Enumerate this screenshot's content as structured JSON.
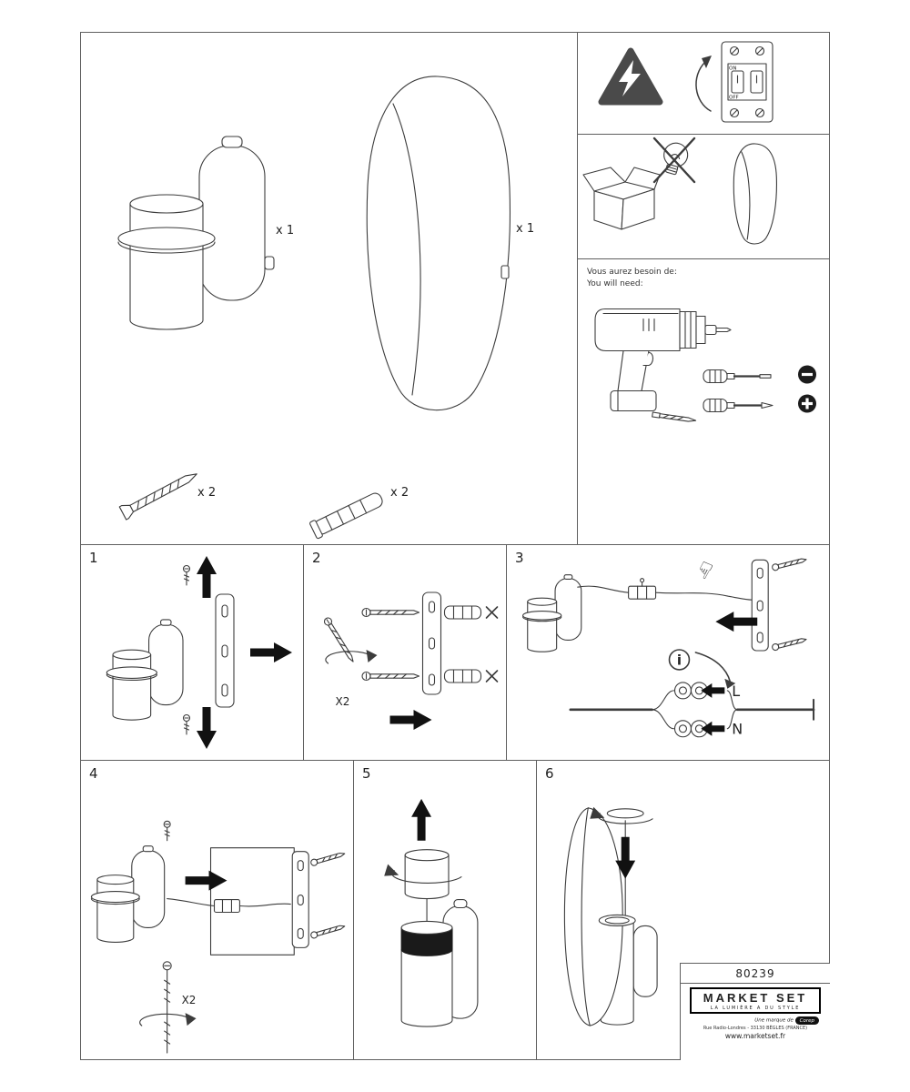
{
  "parts": {
    "fixture_qty": "x 1",
    "shade_qty": "x 1",
    "screw_qty": "x 2",
    "anchor_qty": "x 2"
  },
  "safety": {
    "breaker_on": "ON",
    "breaker_off": "OFF"
  },
  "tools": {
    "title_fr": "Vous aurez besoin de:",
    "title_en": "You will need:"
  },
  "icons": {
    "pointing_hand": "☞",
    "info": "i"
  },
  "steps": [
    {
      "number": "1"
    },
    {
      "number": "2",
      "repeat": "X2"
    },
    {
      "number": "3",
      "wire_live": "L",
      "wire_neutral": "N"
    },
    {
      "number": "4",
      "repeat": "X2"
    },
    {
      "number": "5"
    },
    {
      "number": "6"
    }
  ],
  "branding": {
    "product_number": "80239",
    "brand": "MARKET SET",
    "tagline": "LA LUMIÈRE A DU STYLE",
    "marque_note": "Une marque de",
    "corep": "Corep",
    "address": "Rue Radio-Londres - 33130 BÈGLES (FRANCE)",
    "website": "www.marketset.fr"
  }
}
